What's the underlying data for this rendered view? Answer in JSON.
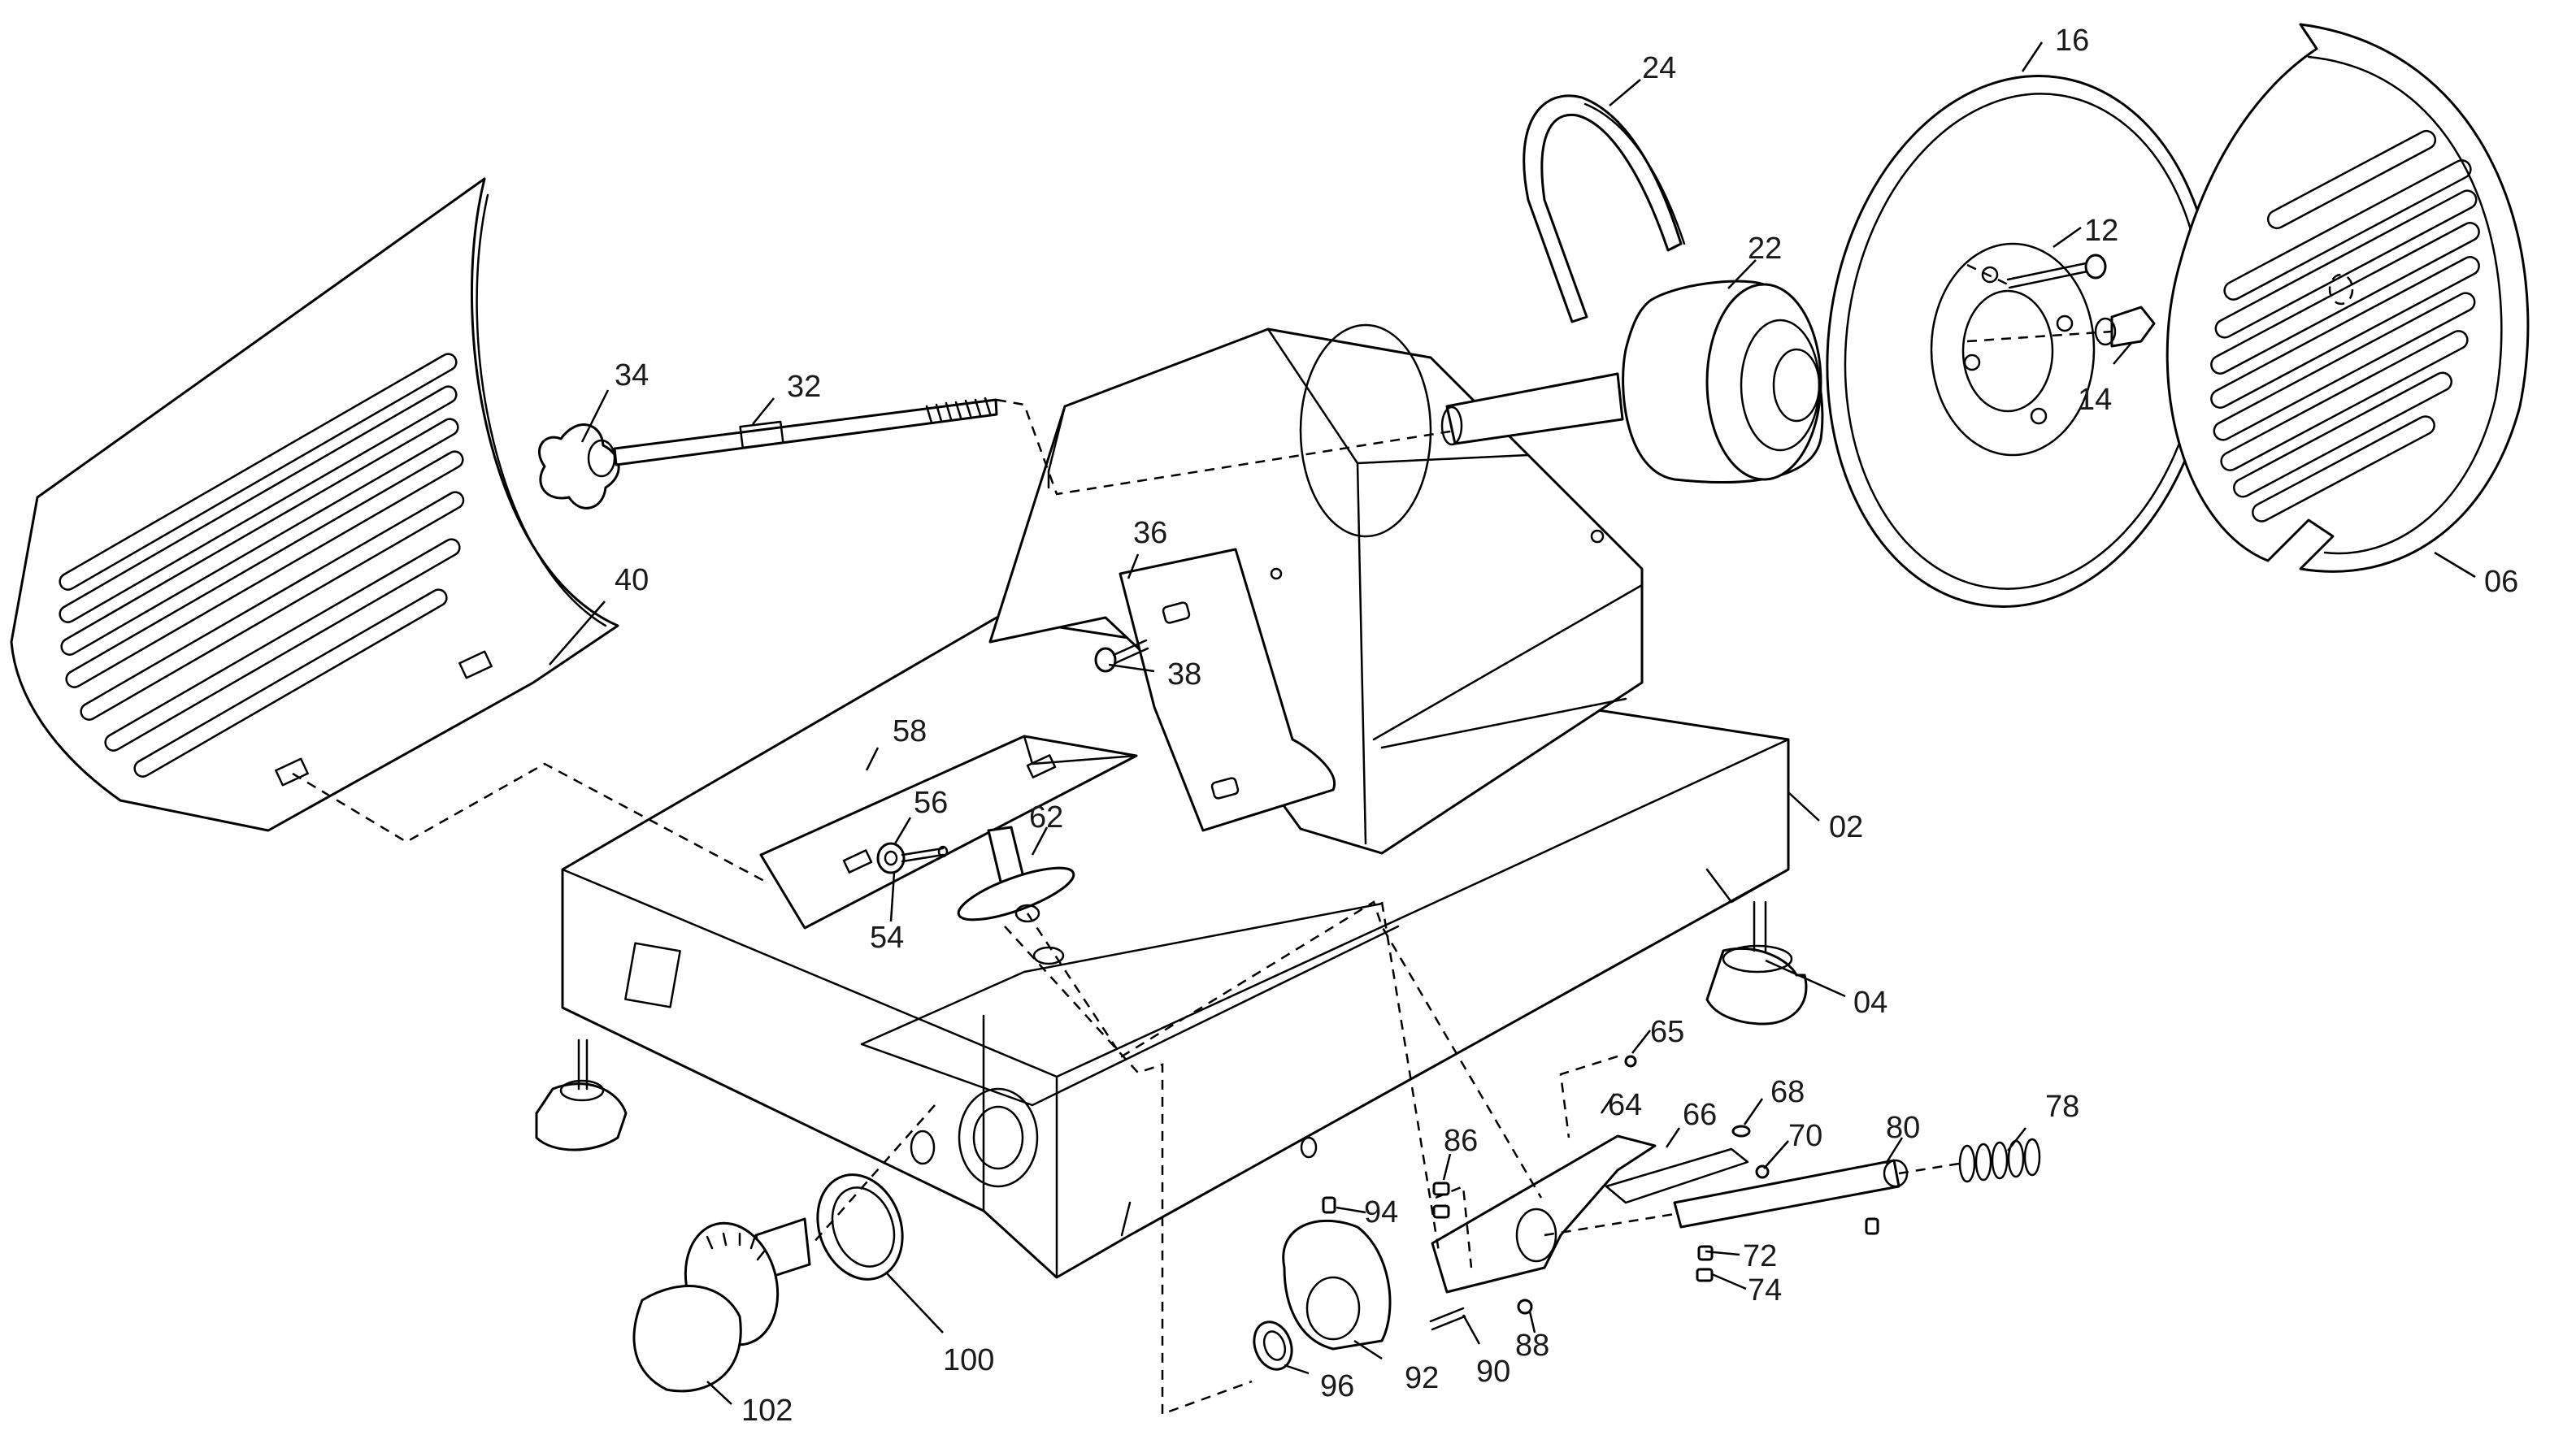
{
  "diagram": {
    "callouts": [
      {
        "id": "c02",
        "label": "02"
      },
      {
        "id": "c04",
        "label": "04"
      },
      {
        "id": "c06",
        "label": "06"
      },
      {
        "id": "c12",
        "label": "12"
      },
      {
        "id": "c14",
        "label": "14"
      },
      {
        "id": "c16",
        "label": "16"
      },
      {
        "id": "c22",
        "label": "22"
      },
      {
        "id": "c24",
        "label": "24"
      },
      {
        "id": "c32",
        "label": "32"
      },
      {
        "id": "c34",
        "label": "34"
      },
      {
        "id": "c36",
        "label": "36"
      },
      {
        "id": "c38",
        "label": "38"
      },
      {
        "id": "c40",
        "label": "40"
      },
      {
        "id": "c54",
        "label": "54"
      },
      {
        "id": "c56",
        "label": "56"
      },
      {
        "id": "c58",
        "label": "58"
      },
      {
        "id": "c62",
        "label": "62"
      },
      {
        "id": "c64",
        "label": "64"
      },
      {
        "id": "c65",
        "label": "65"
      },
      {
        "id": "c66",
        "label": "66"
      },
      {
        "id": "c68",
        "label": "68"
      },
      {
        "id": "c70",
        "label": "70"
      },
      {
        "id": "c72",
        "label": "72"
      },
      {
        "id": "c74",
        "label": "74"
      },
      {
        "id": "c78",
        "label": "78"
      },
      {
        "id": "c80",
        "label": "80"
      },
      {
        "id": "c86",
        "label": "86"
      },
      {
        "id": "c88",
        "label": "88"
      },
      {
        "id": "c90",
        "label": "90"
      },
      {
        "id": "c92",
        "label": "92"
      },
      {
        "id": "c94",
        "label": "94"
      },
      {
        "id": "c96",
        "label": "96"
      },
      {
        "id": "c100",
        "label": "100"
      },
      {
        "id": "c102",
        "label": "102"
      }
    ]
  }
}
